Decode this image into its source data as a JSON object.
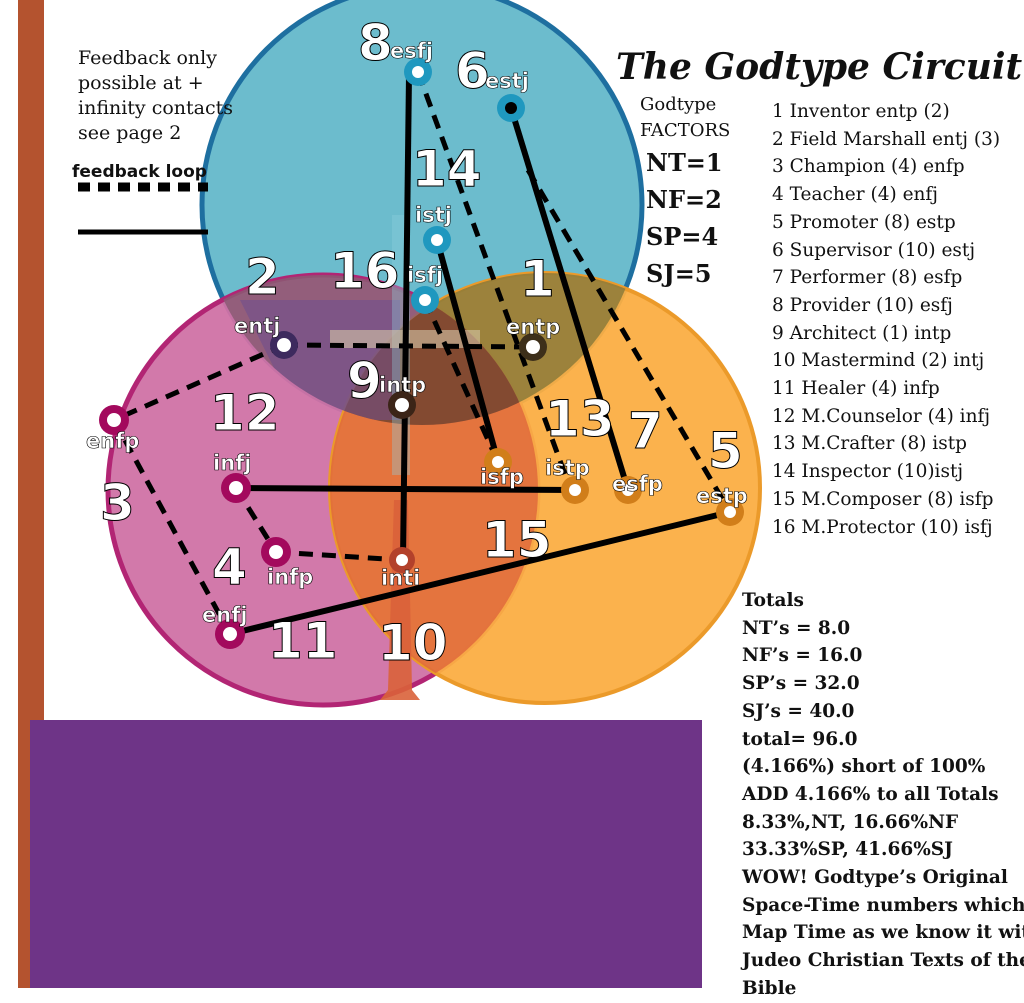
{
  "title": "The Godtype Circuit",
  "feedback_note": [
    "Feedback only",
    "possible at +",
    "infinity contacts",
    "see page 2"
  ],
  "feedback_label": "feedback loop",
  "factors_heading": [
    "Godtype",
    "FACTORS"
  ],
  "factors": [
    "NT=1",
    "NF=2",
    "SP=4",
    "SJ=5"
  ],
  "types_list": [
    "1 Inventor entp (2)",
    "2 Field Marshall entj (3)",
    "3 Champion (4) enfp",
    "4 Teacher (4) enfj",
    "5 Promoter (8) estp",
    "6 Supervisor (10) estj",
    "7 Performer (8) esfp",
    "8 Provider (10) esfj",
    "9 Architect (1) intp",
    "10 Mastermind (2) intj",
    "11 Healer (4) infp",
    "12 M.Counselor (4) infj",
    "13 M.Crafter (8) istp",
    "14 Inspector (10)istj",
    "15 M.Composer (8) isfp",
    "16 M.Protector (10) isfj"
  ],
  "totals": [
    "Totals",
    "NT’s = 8.0",
    "NF’s = 16.0",
    "SP’s =  32.0",
    "SJ’s  =  40.0",
    "total= 96.0",
    "(4.166%) short of  100%",
    "ADD 4.166% to all Totals",
    "8.33%,NT, 16.66%NF",
    "33.33%SP, 41.66%SJ",
    "WOW! Godtype’s Original",
    "Space-Time numbers which",
    "Map Time as we know it wit",
    "Judeo Christian Texts of  the",
    "Bible"
  ],
  "region_numbers": {
    "n1": "1",
    "n2": "2",
    "n3": "3",
    "n4": "4",
    "n5": "5",
    "n6": "6",
    "n7": "7",
    "n8": "8",
    "n9": "9",
    "n10": "10",
    "n11": "11",
    "n12": "12",
    "n13": "13",
    "n14": "14",
    "n15": "15",
    "n16": "16"
  },
  "nodes": {
    "esfj": "esfj",
    "estj": "estj",
    "istj": "istj",
    "isfj": "isfj",
    "entj": "entj",
    "entp": "entp",
    "intp": "intp",
    "enfp": "enfp",
    "infj": "infj",
    "infp": "infp",
    "enfj": "enfj",
    "inti": "inti",
    "isfp": "isfp",
    "istp": "istp",
    "esfp": "esfp",
    "estp": "estp"
  },
  "colors": {
    "blue_circle": "#6cbccd",
    "pink_circle": "#d072a5",
    "orange_circle": "#fbae43",
    "left_bar": "#b4532f",
    "purple_box": "#6e3487"
  }
}
